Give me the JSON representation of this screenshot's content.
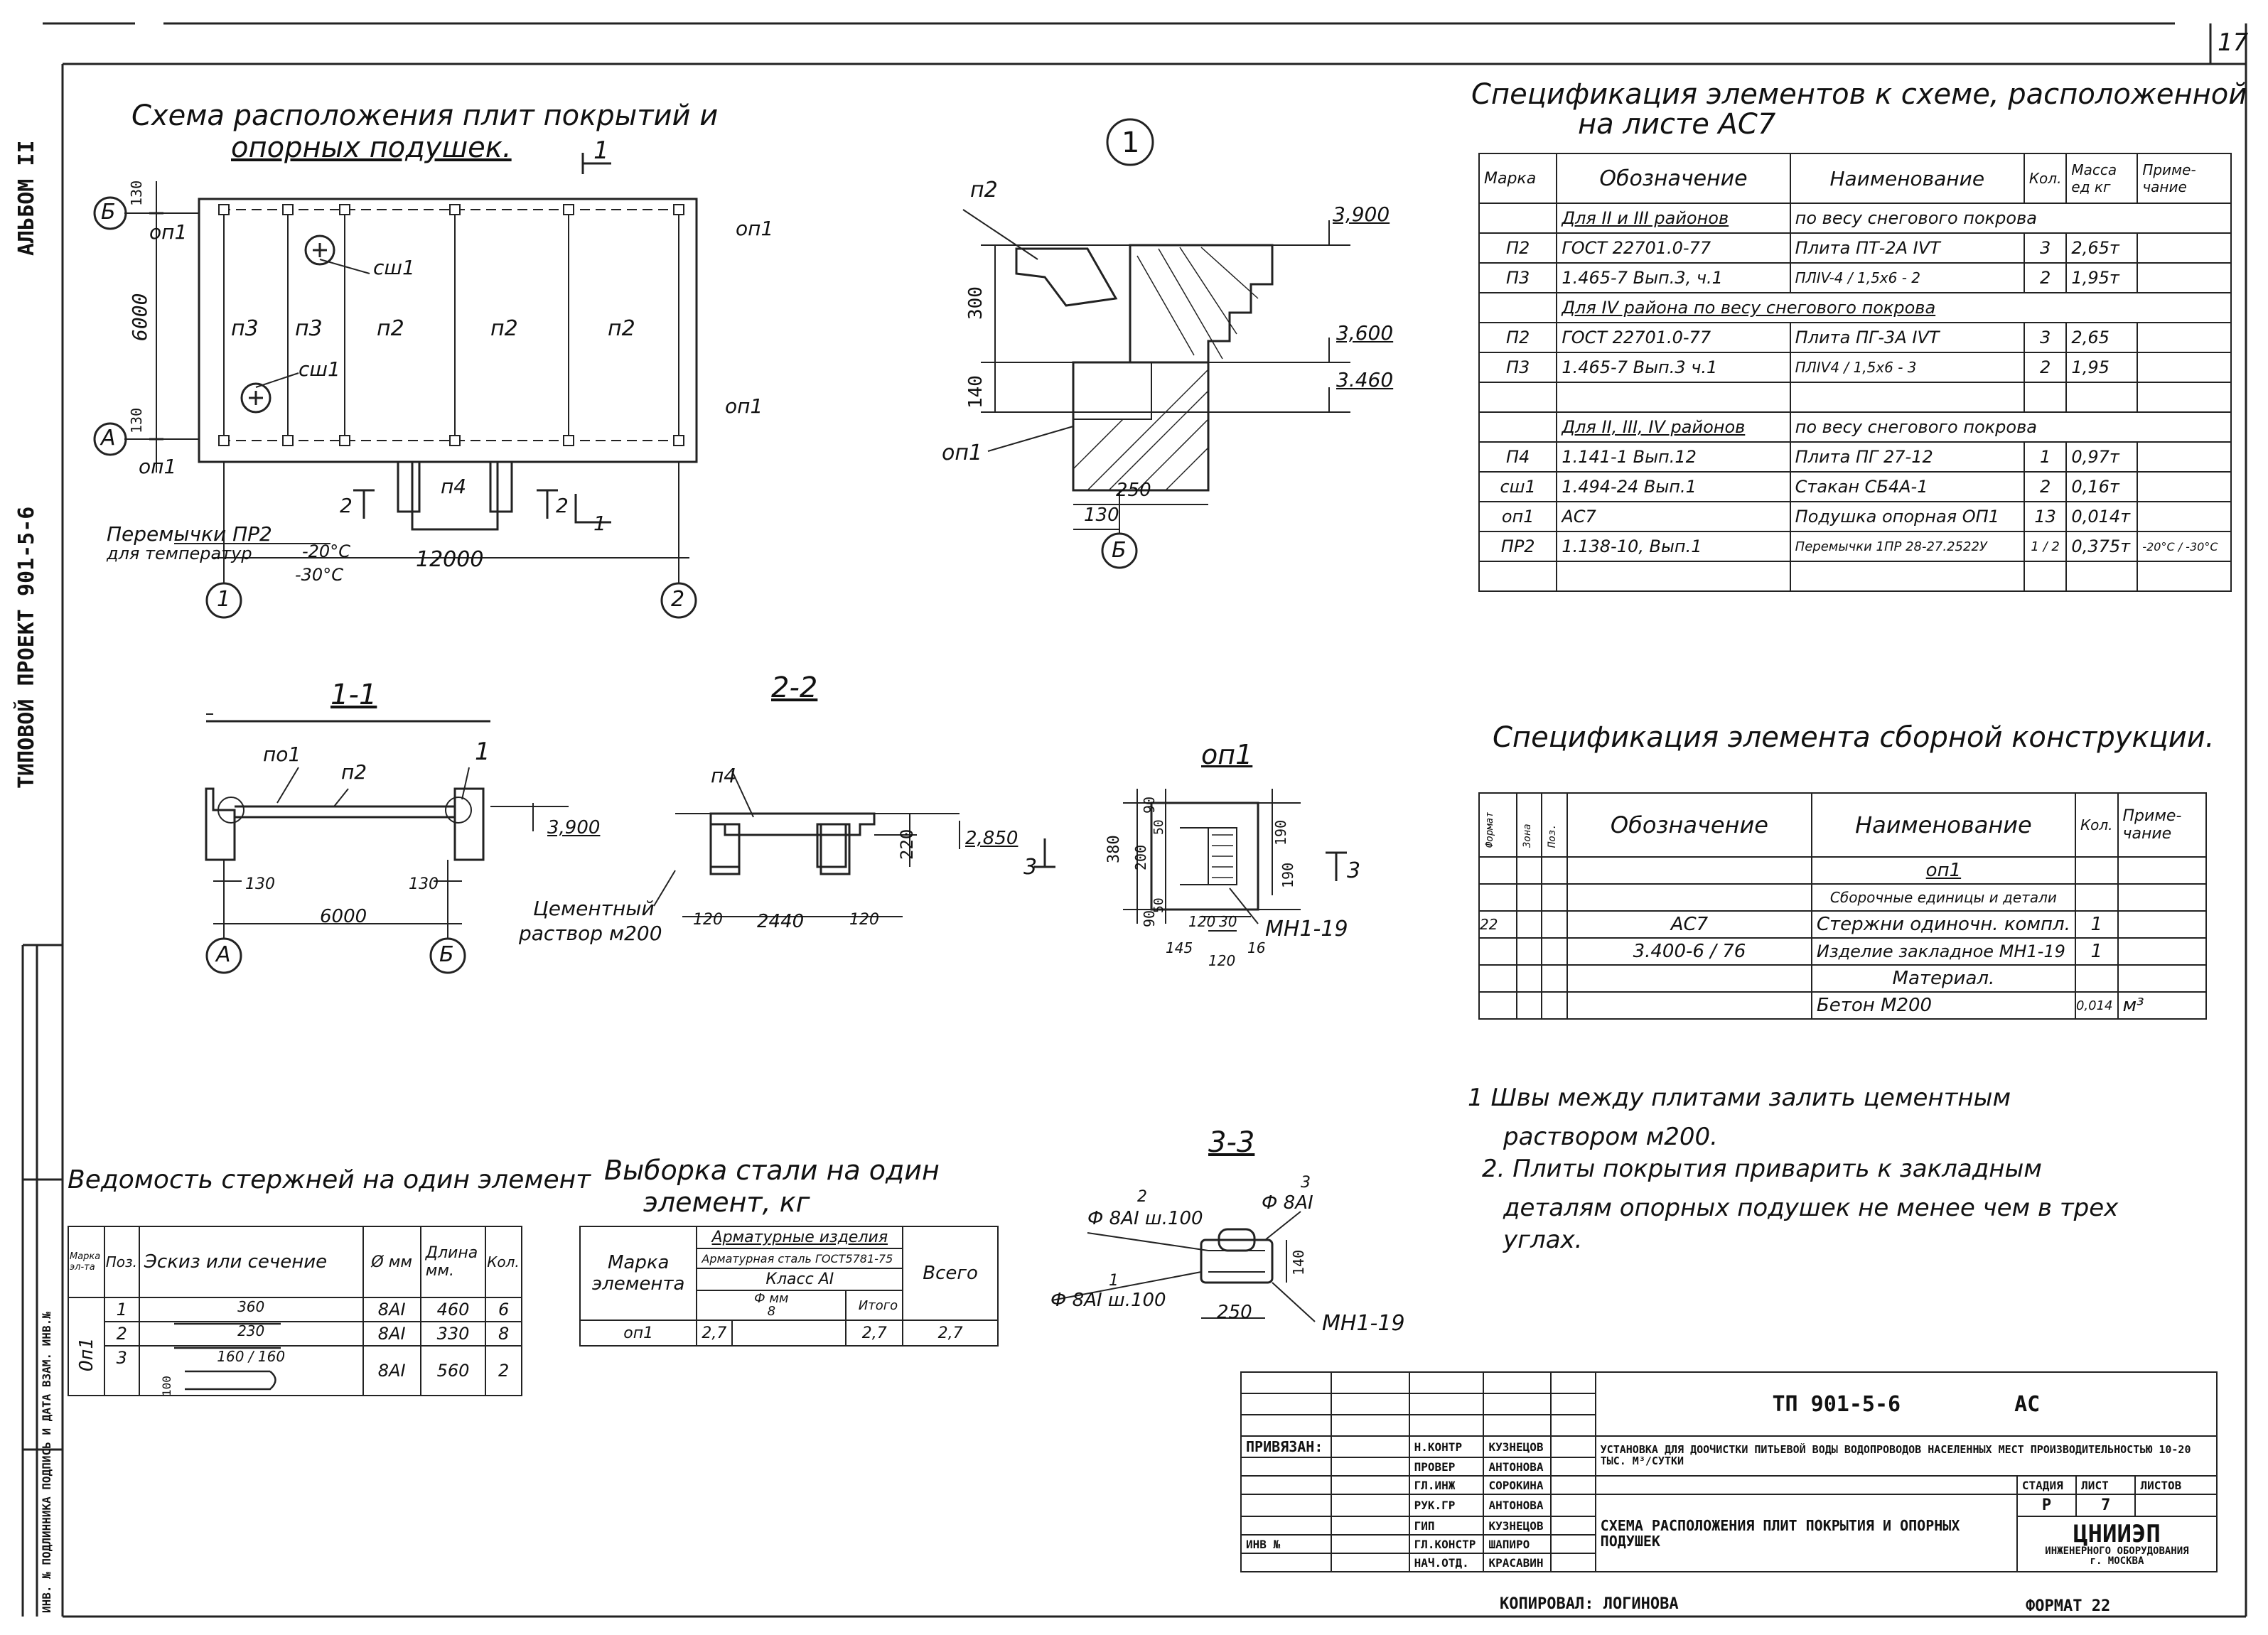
{
  "sheet_number": "17",
  "side_title": {
    "album": "АЛЬБОМ II",
    "project": "ТИПОВОЙ ПРОЕКТ 901-5-6",
    "inventory": "ИНВ. № ПОДЛИННИКА  ПОДПИСЬ И ДАТА  ВЗАМ. ИНВ.№"
  },
  "plan": {
    "title_line1": "Схема расположения плит покрытий и",
    "title_line2": "опорных подушек.",
    "axes": [
      "Б",
      "А",
      "1",
      "2"
    ],
    "section_mark": "1",
    "dims": {
      "height": "6000",
      "top": "130",
      "bottom": "130",
      "length": "12000"
    },
    "slab_labels": [
      "п3",
      "п3",
      "п2",
      "п2",
      "п2"
    ],
    "op_labels": [
      "оп1",
      "оп1",
      "оп1",
      "оп1"
    ],
    "cup_labels": [
      "сш1",
      "сш1"
    ],
    "p4_label": "п4",
    "cuts": [
      "2",
      "2",
      "1"
    ],
    "lintel_line1": "Перемычки ПР2",
    "lintel_line2": "для температур",
    "temp1": "-20°С",
    "temp2": "-30°С"
  },
  "node1": {
    "marker": "1",
    "p2": "п2",
    "op1": "оп1",
    "elev1": "3,900",
    "elev2": "3,600",
    "elev3": "3.460",
    "dim300": "300",
    "dim140": "140",
    "dim250": "250",
    "dim130": "130",
    "axis": "Б"
  },
  "spec1": {
    "title_line1": "Спецификация элементов к схеме, расположенной",
    "title_line2": "на листе  АС7",
    "headers": [
      "Марка",
      "Обозначение",
      "Наименование",
      "Кол.",
      "Масса ед кг",
      "Приме-чание"
    ],
    "rows": [
      [
        "",
        "Для II и III районов",
        "по весу снегового покрова",
        "",
        "",
        ""
      ],
      [
        "П2",
        "ГОСТ 22701.0-77",
        "Плита ПТ-2А IVТ",
        "3",
        "2,65т",
        ""
      ],
      [
        "П3",
        "1.465-7  Вып.3, ч.1",
        "ПЛIV-4 / 1,5х6 - 2",
        "2",
        "1,95т",
        ""
      ],
      [
        "",
        "Для IV района по весу снегового покрова",
        "",
        "",
        "",
        ""
      ],
      [
        "П2",
        "ГОСТ 22701.0-77",
        "Плита ПГ-3А IVТ",
        "3",
        "2,65",
        ""
      ],
      [
        "П3",
        "1.465-7 Вып.3 ч.1",
        "ПЛIV4 / 1,5х6 - 3",
        "2",
        "1,95",
        ""
      ],
      [
        "",
        "",
        "",
        "",
        "",
        ""
      ],
      [
        "",
        "Для II, III, IV районов",
        "по весу снегового покрова",
        "",
        "",
        ""
      ],
      [
        "П4",
        "1.141-1 Вып.12",
        "Плита ПГ 27-12",
        "1",
        "0,97т",
        ""
      ],
      [
        "сш1",
        "1.494-24 Вып.1",
        "Стакан СБ4А-1",
        "2",
        "0,16т",
        ""
      ],
      [
        "оп1",
        "АС7",
        "Подушка опорная ОП1",
        "13",
        "0,014т",
        ""
      ],
      [
        "ПР2",
        "1.138-10, Вып.1",
        "Перемычки 1ПР 28-27.2522У",
        "1 / 2",
        "0,375т",
        "-20°С / -30°С"
      ],
      [
        "",
        "",
        "",
        "",
        "",
        ""
      ]
    ]
  },
  "sections": {
    "s11": "1-1",
    "s22": "2-2",
    "op1": "оп1",
    "s33": "3-3",
    "po1": "по1",
    "p2": "п2",
    "mark1": "1",
    "elev3900": "3,900",
    "d130a": "130",
    "d130b": "130",
    "d6000": "6000",
    "axisA": "А",
    "axisB": "Б",
    "p4": "п4",
    "elev2850": "2,850",
    "d220": "220",
    "d120a": "120",
    "d2440": "2440",
    "d120b": "120",
    "mortar1": "Цементный",
    "mortar2": "раствор м200",
    "cut3a": "3",
    "cut3b": "3",
    "d380": "380",
    "d200": "200",
    "d90a": "90",
    "d90b": "90",
    "d50a": "50",
    "d50b": "50",
    "d190a": "190",
    "d190b": "190",
    "d120c": "120",
    "d30": "30",
    "d145": "145",
    "d16": "16",
    "d120d": "120",
    "mn": "МН1-19",
    "bar2": "2",
    "bar2lab": "Ф 8АI ш.100",
    "bar3": "3",
    "bar3lab": "Ф 8АI",
    "bar1": "1",
    "bar1lab": "Ф 8АI ш.100",
    "d140": "140",
    "d250": "250",
    "mn2": "МН1-19"
  },
  "spec2": {
    "title": "Спецификация элемента сборной конструкции.",
    "headers": [
      "Формат",
      "Зона",
      "Поз.",
      "Обозначение",
      "Наименование",
      "Кол.",
      "Приме-чание"
    ],
    "rows": [
      [
        "",
        "",
        "",
        "",
        "оп1",
        "",
        ""
      ],
      [
        "",
        "",
        "",
        "",
        "Сборочные единицы и детали",
        "",
        ""
      ],
      [
        "22",
        "",
        "",
        "АС7",
        "Стержни одиночн. компл.",
        "1",
        ""
      ],
      [
        "",
        "",
        "",
        "3.400-6 / 76",
        "Изделие закладное МН1-19",
        "1",
        ""
      ],
      [
        "",
        "",
        "",
        "",
        "Материал.",
        "",
        ""
      ],
      [
        "",
        "",
        "",
        "",
        "Бетон  М200",
        "0,014",
        "м³"
      ]
    ]
  },
  "notes": [
    "1 Швы между плитами залить цементным",
    "раствором  м200.",
    "2. Плиты покрытия приварить к закладным",
    "деталям опорных подушек не менее чем в трех",
    "углах."
  ],
  "bars": {
    "title": "Ведомость стержней на один элемент",
    "headers": [
      "Марка эл-та",
      "Поз.",
      "Эскиз или сечение",
      "Ø мм",
      "Длина мм.",
      "Кол."
    ],
    "mark": "Оп1",
    "rows": [
      {
        "pos": "1",
        "sketch": "360",
        "dia": "8АI",
        "len": "460",
        "qty": "6"
      },
      {
        "pos": "2",
        "sketch": "230",
        "dia": "8АI",
        "len": "330",
        "qty": "8"
      },
      {
        "pos": "3",
        "sketch": "160 / 160",
        "dia": "8АI",
        "len": "560",
        "qty": "2"
      }
    ],
    "sketch_extra": "100"
  },
  "steel": {
    "title_line1": "Выборка стали на один",
    "title_line2": "элемент,  кг",
    "h_mark": "Марка элемента",
    "h_group": "Арматурные изделия",
    "h_steel": "Арматурная сталь ГОСТ5781-75",
    "h_class": "Класс АI",
    "h_dia": "Ф мм",
    "h_dia_val": "8",
    "h_total_class": "Итого",
    "h_total": "Всего",
    "row": {
      "mark": "оп1",
      "v8": "2,7",
      "itogo": "2,7",
      "total": "2,7"
    }
  },
  "stamp": {
    "code": "ТП 901-5-6",
    "set": "АС",
    "binding": "ПРИВЯЗАН:",
    "inv": "ИНВ №",
    "roles": [
      "Н.КОНТР",
      "ПРОВЕР",
      "ГЛ.ИНЖ",
      "РУК.ГР",
      "ГИП",
      "ГЛ.КОНСТР",
      "НАЧ.ОТД."
    ],
    "names": [
      "КУЗНЕЦОВ",
      "АНТОНОВА",
      "СОРОКИНА",
      "АНТОНОВА",
      "КУЗНЕЦОВ",
      "ШАПИРО",
      "КРАСАВИН"
    ],
    "object": "УСТАНОВКА ДЛЯ ДООЧИСТКИ ПИТЬЕВОЙ ВОДЫ ВОДОПРОВОДОВ НАСЕЛЕННЫХ МЕСТ ПРОИЗВОДИТЕЛЬНОСТЬЮ 10-20 ТЫС. М³/СУТКИ",
    "sheet_title": "СХЕМА РАСПОЛОЖЕНИЯ ПЛИТ ПОКРЫТИЯ И ОПОРНЫХ ПОДУШЕК",
    "stage_h": "СТАДИЯ",
    "sheet_h": "ЛИСТ",
    "sheets_h": "ЛИСТОВ",
    "stage": "Р",
    "sheet": "7",
    "org": "ЦНИИЭП",
    "org_sub": "ИНЖЕНЕРНОГО ОБОРУДОВАНИЯ",
    "city": "г. МОСКВА",
    "copied": "КОПИРОВАЛ: ЛОГИНОВА",
    "format": "ФОРМАТ 22"
  }
}
